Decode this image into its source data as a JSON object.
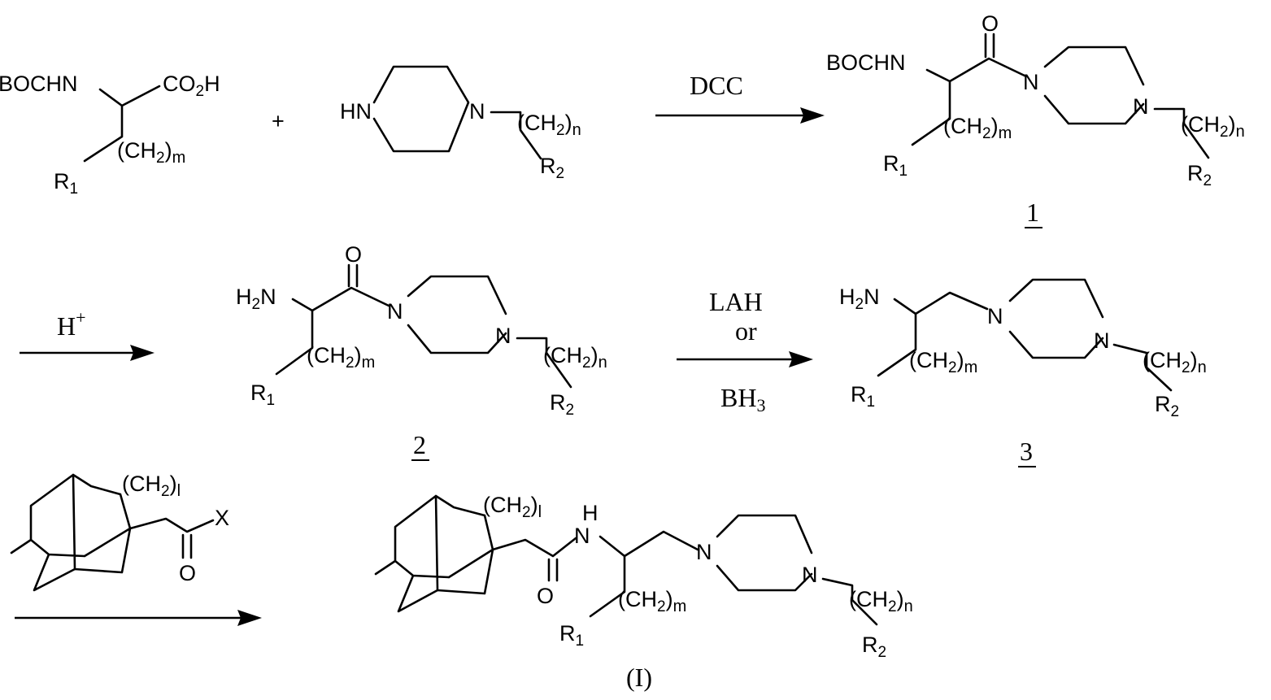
{
  "reactant_acid": {
    "boc_nh": "BOCHN",
    "carboxyl_main": "CO",
    "carboxyl_sub": "2",
    "carboxyl_tail": "H",
    "chain_prefix": "(CH",
    "chain_sub": "2",
    "chain_tail": ")",
    "chain_index": "m",
    "r1_main": "R",
    "r1_sub": "1"
  },
  "plus_sign": "+",
  "reactant_piperazine": {
    "nh": "HN",
    "n": "N",
    "chain_prefix": "(CH",
    "chain_sub": "2",
    "chain_tail": ")",
    "chain_index": "n",
    "r2_main": "R",
    "r2_sub": "2"
  },
  "step1": {
    "reagent": "DCC"
  },
  "compound1": {
    "boc_nh": "BOCHN",
    "o": "O",
    "n1": "N",
    "n2": "N",
    "chain_m_prefix": "(CH",
    "chain_m_sub": "2",
    "chain_m_tail": ")",
    "chain_m_index": "m",
    "chain_n_prefix": "(CH",
    "chain_n_sub": "2",
    "chain_n_tail": ")",
    "chain_n_index": "n",
    "r1_main": "R",
    "r1_sub": "1",
    "r2_main": "R",
    "r2_sub": "2",
    "label": "1"
  },
  "step2": {
    "reagent_main": "H",
    "reagent_sup": "+"
  },
  "compound2": {
    "h2n_h": "H",
    "h2n_sub": "2",
    "h2n_n": "N",
    "o": "O",
    "n1": "N",
    "n2": "N",
    "chain_m_prefix": "(CH",
    "chain_m_sub": "2",
    "chain_m_tail": ")",
    "chain_m_index": "m",
    "chain_n_prefix": "(CH",
    "chain_n_sub": "2",
    "chain_n_tail": ")",
    "chain_n_index": "n",
    "r1_main": "R",
    "r1_sub": "1",
    "r2_main": "R",
    "r2_sub": "2",
    "label": "2"
  },
  "step3": {
    "reagent_top": "LAH",
    "reagent_mid": "or",
    "reagent_bottom_main": "BH",
    "reagent_bottom_sub": "3"
  },
  "compound3": {
    "h2n_h": "H",
    "h2n_sub": "2",
    "h2n_n": "N",
    "n1": "N",
    "n2": "N",
    "chain_m_prefix": "(CH",
    "chain_m_sub": "2",
    "chain_m_tail": ")",
    "chain_m_index": "m",
    "chain_n_prefix": "(CH",
    "chain_n_sub": "2",
    "chain_n_tail": ")",
    "chain_n_index": "n",
    "r1_main": "R",
    "r1_sub": "1",
    "r2_main": "R",
    "r2_sub": "2",
    "label": "3"
  },
  "step4_reagent": {
    "chain_prefix": "(CH",
    "chain_sub": "2",
    "chain_tail": ")",
    "chain_index": "l",
    "x": "X",
    "o": "O"
  },
  "product": {
    "chain_l_prefix": "(CH",
    "chain_l_sub": "2",
    "chain_l_tail": ")",
    "chain_l_index": "l",
    "nh_h": "H",
    "nh_n": "N",
    "o": "O",
    "n1": "N",
    "n2": "N",
    "chain_m_prefix": "(CH",
    "chain_m_sub": "2",
    "chain_m_tail": ")",
    "chain_m_index": "m",
    "chain_n_prefix": "(CH",
    "chain_n_sub": "2",
    "chain_n_tail": ")",
    "chain_n_index": "n",
    "r1_main": "R",
    "r1_sub": "1",
    "r2_main": "R",
    "r2_sub": "2",
    "label": "(I)"
  }
}
